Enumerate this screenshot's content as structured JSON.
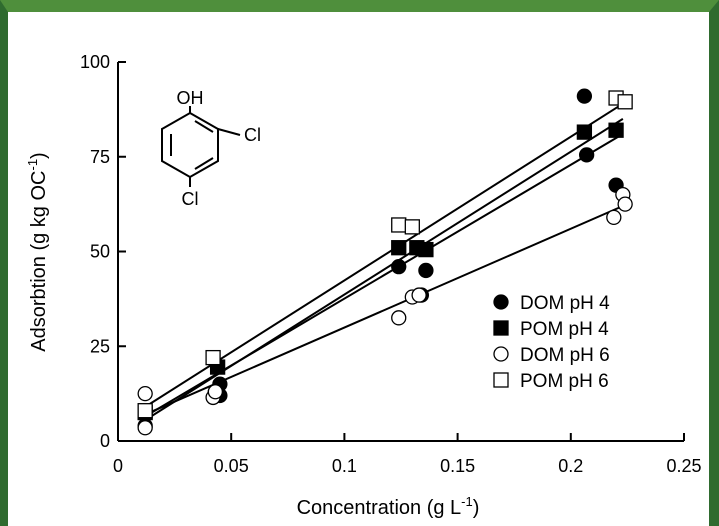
{
  "chart_data": {
    "type": "scatter",
    "xlabel": "Concentration (g L",
    "xlabel_sup": "-1",
    "xlabel_end": ")",
    "ylabel": "Adsorbtion (g kg OC",
    "ylabel_sup": "-1",
    "ylabel_end": ")",
    "xlim": [
      0,
      0.25
    ],
    "ylim": [
      0,
      100
    ],
    "xticks": [
      0,
      0.05,
      0.1,
      0.15,
      0.2,
      0.25
    ],
    "xtick_labels": [
      "0",
      "0.05",
      "0.1",
      "0.15",
      "0.2",
      "0.25"
    ],
    "yticks": [
      0,
      25,
      50,
      75,
      100
    ],
    "ytick_labels": [
      "0",
      "25",
      "50",
      "75",
      "100"
    ],
    "legend_position": "lower-right",
    "grid": false,
    "series": [
      {
        "name": "DOM pH 4",
        "marker": "filled-circle",
        "points": [
          [
            0.012,
            4
          ],
          [
            0.043,
            13
          ],
          [
            0.045,
            15
          ],
          [
            0.045,
            12
          ],
          [
            0.124,
            46
          ],
          [
            0.134,
            38.5
          ],
          [
            0.136,
            45
          ],
          [
            0.206,
            91
          ],
          [
            0.207,
            75.5
          ],
          [
            0.22,
            67.5
          ]
        ],
        "fit": [
          [
            0.012,
            5.5
          ],
          [
            0.223,
            85
          ]
        ]
      },
      {
        "name": "POM pH 4",
        "marker": "filled-square",
        "points": [
          [
            0.012,
            7.5
          ],
          [
            0.044,
            19.5
          ],
          [
            0.124,
            51
          ],
          [
            0.132,
            51
          ],
          [
            0.136,
            50.5
          ],
          [
            0.206,
            81.5
          ],
          [
            0.22,
            82
          ]
        ],
        "fit": [
          [
            0.012,
            6.5
          ],
          [
            0.223,
            81
          ]
        ]
      },
      {
        "name": "DOM pH 6",
        "marker": "open-circle",
        "points": [
          [
            0.012,
            12.5
          ],
          [
            0.012,
            3.5
          ],
          [
            0.042,
            11.5
          ],
          [
            0.043,
            13
          ],
          [
            0.124,
            32.5
          ],
          [
            0.13,
            38
          ],
          [
            0.133,
            38.5
          ],
          [
            0.219,
            59
          ],
          [
            0.223,
            65
          ],
          [
            0.224,
            62.5
          ]
        ],
        "fit": [
          [
            0.012,
            7
          ],
          [
            0.223,
            62
          ]
        ]
      },
      {
        "name": "POM pH 6",
        "marker": "open-square",
        "points": [
          [
            0.012,
            8
          ],
          [
            0.042,
            22
          ],
          [
            0.124,
            57
          ],
          [
            0.13,
            56.5
          ],
          [
            0.22,
            90.5
          ],
          [
            0.224,
            89.5
          ]
        ],
        "fit": [
          [
            0.012,
            9
          ],
          [
            0.223,
            89
          ]
        ]
      }
    ],
    "annotation": {
      "type": "chemical-structure",
      "compound": "2,4-dichlorophenol",
      "labels": [
        "OH",
        "Cl",
        "Cl"
      ]
    }
  }
}
